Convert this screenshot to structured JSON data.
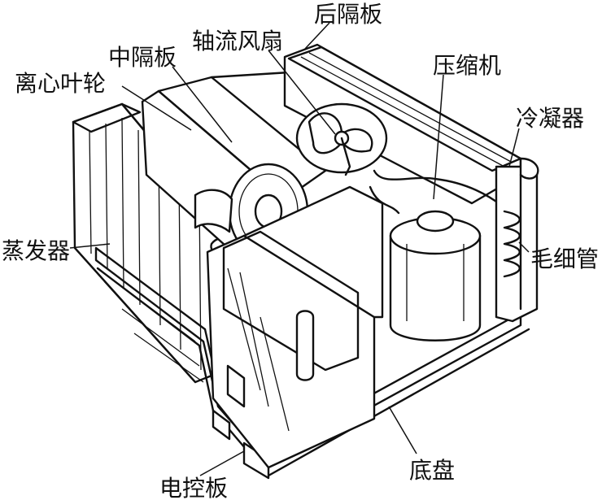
{
  "labels": {
    "rear_partition": "后隔板",
    "axial_fan": "轴流风扇",
    "middle_partition": "中隔板",
    "centrifugal_impeller": "离心叶轮",
    "compressor": "压缩机",
    "condenser": "冷凝器",
    "evaporator": "蒸发器",
    "capillary_tube": "毛细管",
    "base_pan": "底盘",
    "control_panel": "电控板"
  }
}
